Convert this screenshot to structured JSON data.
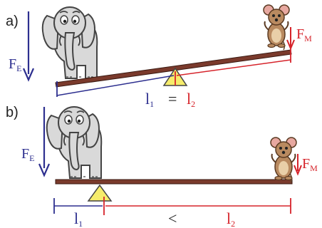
{
  "panel_a": {
    "label": "a)",
    "force_elephant": {
      "main": "F",
      "sub": "E"
    },
    "force_mouse": {
      "main": "F",
      "sub": "M"
    },
    "lever_left": {
      "main": "l",
      "sub": "1"
    },
    "relation": "=",
    "lever_right": {
      "main": "l",
      "sub": "2"
    }
  },
  "panel_b": {
    "label": "b)",
    "force_elephant": {
      "main": "F",
      "sub": "E"
    },
    "force_mouse": {
      "main": "F",
      "sub": "M"
    },
    "lever_left": {
      "main": "l",
      "sub": "1"
    },
    "relation": "<",
    "lever_right": {
      "main": "l",
      "sub": "2"
    }
  },
  "colors": {
    "elephant_force": "#2d2f8f",
    "mouse_force": "#d6232a",
    "beam": "#7a3a2c",
    "fulcrum": "#f6ec6b",
    "elephant_body": "#d9d9d9",
    "mouse_body": "#b98a60"
  },
  "icons": [
    "elephant-icon",
    "mouse-icon",
    "fulcrum-icon"
  ]
}
